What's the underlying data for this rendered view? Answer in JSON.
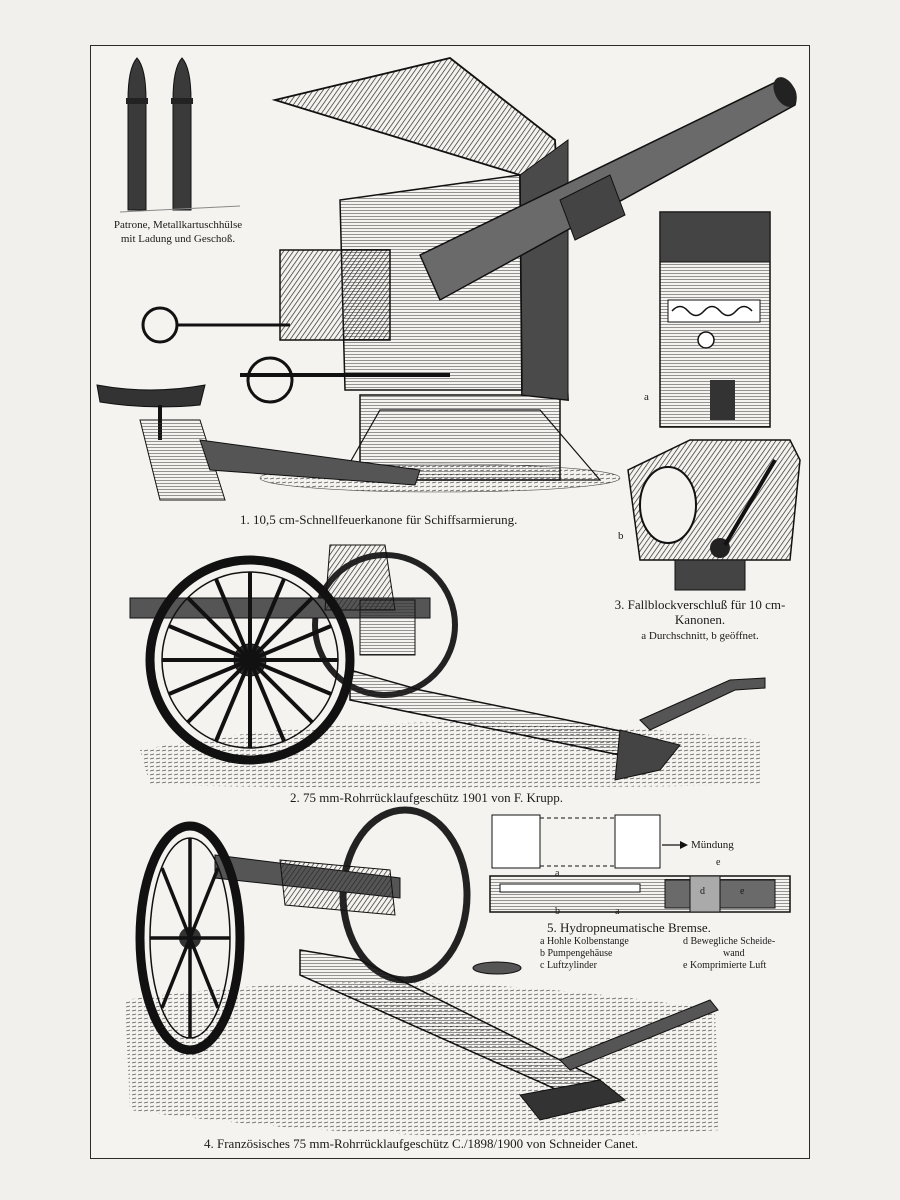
{
  "fig_patrone": {
    "line1": "Patrone, Metallkartuschhülse",
    "line2": "mit Ladung und Geschoß."
  },
  "fig1": {
    "caption": "1. 10,5 cm-Schnellfeuerkanone für Schiffsarmierung."
  },
  "fig2": {
    "caption": "2. 75 mm-Rohrrücklaufgeschütz 1901 von F. Krupp."
  },
  "fig3": {
    "caption_line1": "3. Fallblockverschluß für 10 cm-",
    "caption_line2": "Kanonen.",
    "subcaption": "a Durchschnitt, b geöffnet.",
    "label_a": "a",
    "label_b": "b"
  },
  "fig4": {
    "caption": "4. Französisches 75 mm-Rohrrücklaufgeschütz C./1898/1900 von Schneider Canet."
  },
  "fig5": {
    "caption": "5. Hydropneumatische Bremse.",
    "muendung": "Mündung",
    "diagram_labels": {
      "a_top": "a",
      "e_top": "e",
      "d_mid": "d",
      "e_mid": "e",
      "b_bottom": "b",
      "a_bottom": "a"
    },
    "legend": {
      "a": "a Hohle Kolbenstange",
      "b": "b Pumpengehäuse",
      "c": "c Luftzylinder",
      "d1": "d Bewegliche Scheide-",
      "d2": "wand",
      "e": "e Komprimierte Luft"
    }
  }
}
